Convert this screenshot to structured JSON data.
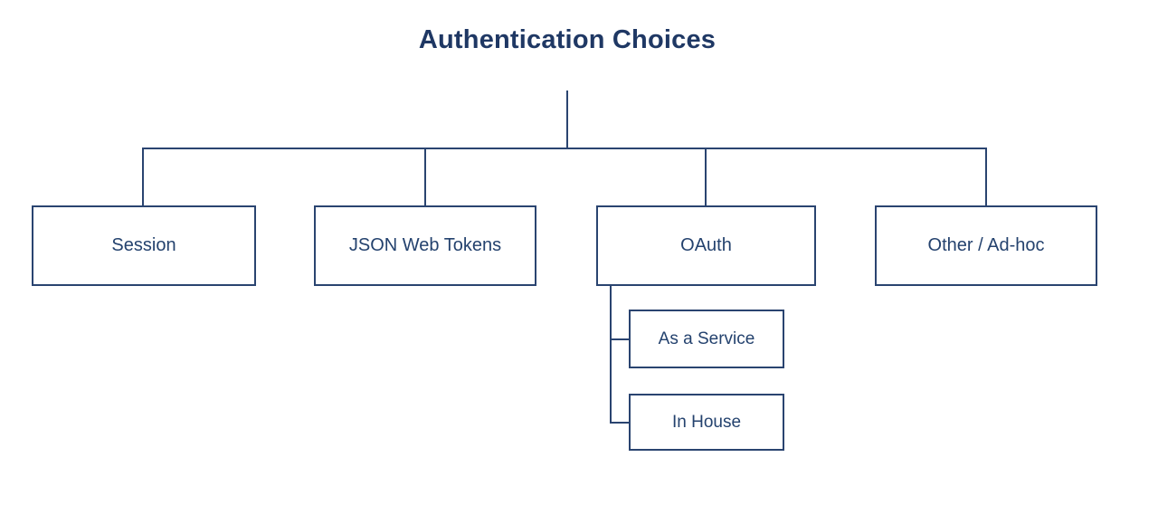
{
  "diagram": {
    "title": "Authentication Choices",
    "nodes": {
      "session": "Session",
      "jwt": "JSON Web Tokens",
      "oauth": "OAuth",
      "other": "Other / Ad-hoc",
      "as_a_service": "As a Service",
      "in_house": "In House"
    },
    "colors": {
      "title_text": "#1f3864",
      "box_border": "#2a4470",
      "box_text": "#24426e",
      "box_fill": "#ffffff",
      "connector": "#2a4470",
      "background": "#ffffff"
    }
  }
}
